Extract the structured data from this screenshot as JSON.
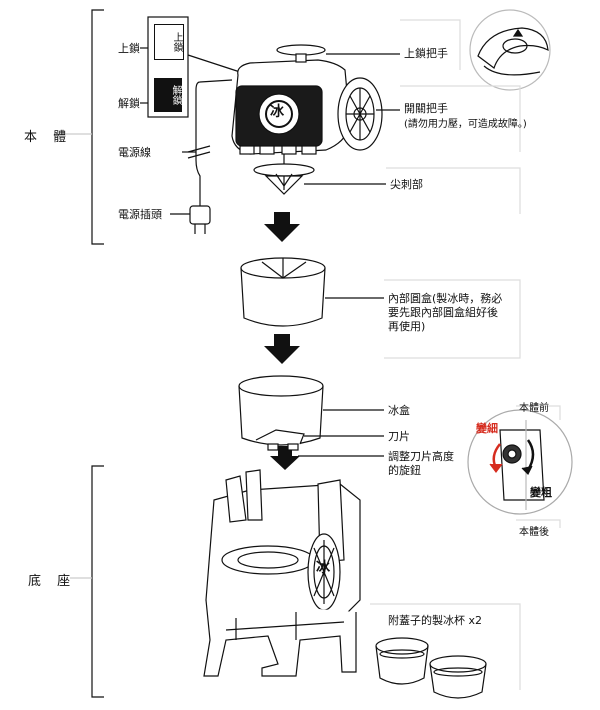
{
  "sections": {
    "main_body": "本 體",
    "base": "底 座"
  },
  "lock": {
    "lock_label": "上鎖",
    "unlock_label": "解鎖",
    "tag_lock": "上鎖",
    "tag_unlock": "解鎖"
  },
  "left_labels": {
    "power_cord": "電源線",
    "power_plug": "電源插頭"
  },
  "right_labels": {
    "lock_handle": "上鎖把手",
    "switch_handle": "開關把手",
    "switch_note": "(請勿用力壓，可造成故障。)",
    "spike": "尖刺部",
    "inner_box": "內部圓盒(製冰時，務必要先跟內部圓盒組好後再使用)",
    "inner_box_line1": "內部圓盒(製冰時，務必",
    "inner_box_line2": "要先跟內部圓盒組好後",
    "inner_box_line3": "再使用)",
    "ice_box": "冰盒",
    "blade": "刀片",
    "knob_line1": "調整刀片高度",
    "knob_line2": "的旋鈕"
  },
  "detail": {
    "front": "本體前",
    "back": "本體後",
    "finer": "變細",
    "coarser": "變粗"
  },
  "accessory": {
    "cups": "附蓋子的製冰杯 x2"
  },
  "emblem": "冰",
  "colors": {
    "accent_red": "#d62c1f",
    "line": "#111111"
  }
}
